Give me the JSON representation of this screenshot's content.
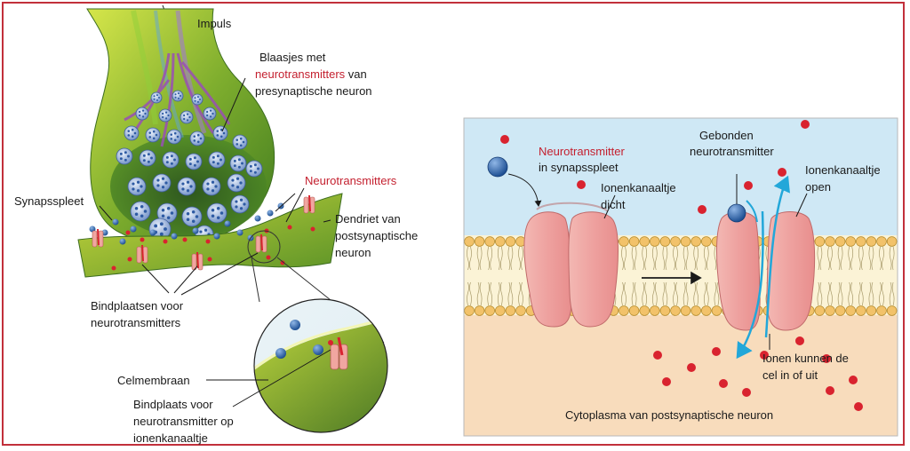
{
  "synapse": {
    "impulse": "Impuls",
    "vesicles_line1": "Blaasjes met",
    "vesicles_highlight": "neurotransmitters",
    "vesicles_line2_tail": " van",
    "vesicles_line3": "presynaptische neuron",
    "neurotransmitters": "Neurotransmitters",
    "synaptic_cleft": "Synapsspleet",
    "dendrite_line1": "Dendriet van",
    "dendrite_line2": "postsynaptische",
    "dendrite_line3": "neuron",
    "binding_sites_line1": "Bindplaatsen voor",
    "binding_sites_line2": "neurotransmitters",
    "cell_membrane": "Celmembraan",
    "binding_site_line1": "Bindplaats voor",
    "binding_site_line2": "neurotransmitter op",
    "binding_site_line3": "ionenkanaaltje"
  },
  "channel": {
    "nt_highlight": "Neurotransmitter",
    "nt_line2": "in synapsspleet",
    "bound_line1": "Gebonden",
    "bound_line2": "neurotransmitter",
    "closed_line1": "Ionenkanaaltje",
    "closed_line2": "dicht",
    "open_line1": "Ionenkanaaltje",
    "open_line2": "open",
    "ions_line1": "Ionen kunnen de",
    "ions_line2": "cel in of uit",
    "cytoplasm": "Cytoplasma van postsynaptische neuron"
  },
  "colors": {
    "accent_red": "#c4202f",
    "frame_red": "#c2303b",
    "extracellular": "#cfe8f5",
    "cytoplasm": "#f8dcbc",
    "membrane_head": "#f2c26a",
    "channel_pink": "#eca2a2",
    "vesicle_blue": "#3a74b8",
    "ion_red": "#d9232f",
    "flow_cyan": "#22a7d9",
    "neuron_green": "#7fae2e"
  }
}
